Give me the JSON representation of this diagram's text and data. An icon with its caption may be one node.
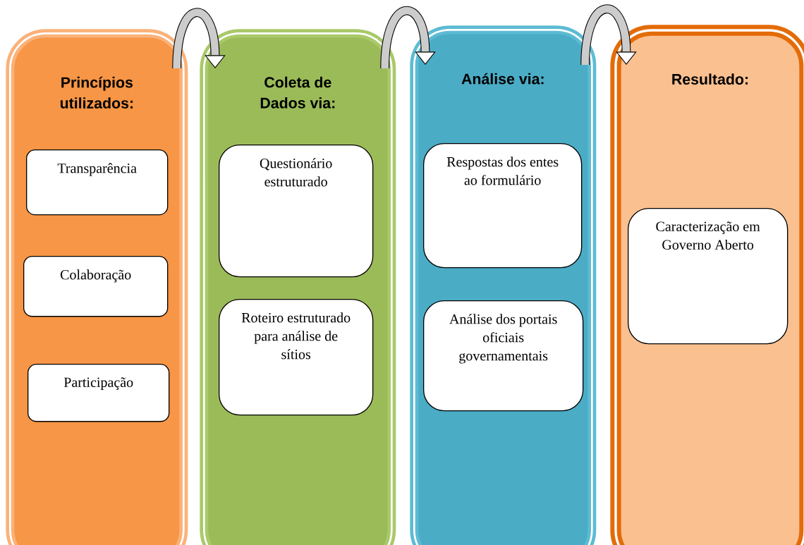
{
  "diagram": {
    "nodes": [
      {
        "text": [
          "Princípios utilizados:"
        ]
      },
      {
        "text": [
          "Transparência"
        ],
        "in": 0
      },
      {
        "text": [
          "Colaboração"
        ],
        "in": 0
      },
      {
        "text": [
          "Participação"
        ],
        "in": 0
      },
      {
        "text": [
          "Coleta de Dados via:"
        ]
      },
      {
        "text": [
          "Questionário estruturado"
        ],
        "in": 4
      },
      {
        "text": [
          "Roteiro estruturado para análise de sítios"
        ],
        "in": 4
      },
      {
        "text": [
          "Análise via:"
        ]
      },
      {
        "text": [
          "Respostas dos entes ao formulário"
        ],
        "in": 7
      },
      {
        "text": [
          "Análise dos portais oficiais governamentais"
        ],
        "in": 7
      },
      {
        "text": [
          "Resultado:"
        ]
      },
      {
        "text": [
          "Caracterização em Governo Aberto"
        ],
        "in": 10
      }
    ],
    "edges": [
      {
        "from": 0,
        "to": 4,
        "arrow": "to"
      },
      {
        "from": 4,
        "to": 7,
        "arrow": "to"
      },
      {
        "from": 7,
        "to": 10,
        "arrow": "to"
      }
    ]
  }
}
